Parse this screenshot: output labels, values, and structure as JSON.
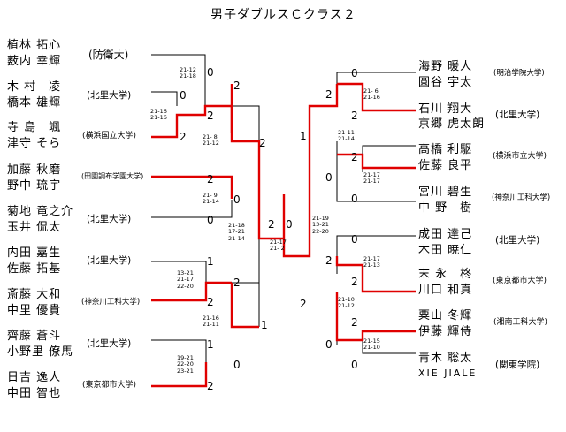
{
  "title": "男子ダブルスＣクラス２",
  "left_teams": [
    {
      "p1": "植林 拓心",
      "p2": "薮内 幸輝",
      "aff": "(防衛大)"
    },
    {
      "p1": "木 村　凌",
      "p2": "橋本 雄輝",
      "aff": "(北里大学)"
    },
    {
      "p1": "寺 島　颯",
      "p2": "津守 そら",
      "aff": "(横浜国立大学)"
    },
    {
      "p1": "加藤 秋磨",
      "p2": "野中 琉宇",
      "aff": "(田園調布学園大学)"
    },
    {
      "p1": "菊地 竜之介",
      "p2": "玉井 侃太",
      "aff": "(北里大学)"
    },
    {
      "p1": "内田 嘉生",
      "p2": "佐藤 拓基",
      "aff": "(北里大学)"
    },
    {
      "p1": "斎藤 大和",
      "p2": "中里 優貴",
      "aff": "(神奈川工科大学)"
    },
    {
      "p1": "齊藤 蒼斗",
      "p2": "小野里 僚馬",
      "aff": "(北里大学)"
    },
    {
      "p1": "日吉 逸人",
      "p2": "中田 智也",
      "aff": "(東京都市大学)"
    }
  ],
  "right_teams": [
    {
      "p1": "海野 暖人",
      "p2": "圓谷 宇太",
      "aff": "(明治学院大学)"
    },
    {
      "p1": "石川 翔大",
      "p2": "京郷 虎太朗",
      "aff": "(北里大学)"
    },
    {
      "p1": "高橋 利駆",
      "p2": "佐藤 良平",
      "aff": "(横浜市立大学)"
    },
    {
      "p1": "宮川 碧生",
      "p2": "中 野　樹",
      "aff": "(神奈川工科大学)"
    },
    {
      "p1": "成田 達己",
      "p2": "木田 暁仁",
      "aff": "(北里大学)"
    },
    {
      "p1": "末 永　柊",
      "p2": "川口 和真",
      "aff": "(東京都市大学)"
    },
    {
      "p1": "粟山 冬輝",
      "p2": "伊藤 輝侍",
      "aff": "(湘南工科大学)"
    },
    {
      "p1": "青木 聡太",
      "p2": "XIE JIALE",
      "aff": "(関東学院)"
    }
  ],
  "scores": {
    "l1": "21-12\n21-18",
    "l2": "21-16\n21-16",
    "l3": "21- 8\n21-12",
    "l4": "21- 9\n21-14",
    "l5": "21-18\n17-21\n21-14",
    "l6": "13-21\n21-17\n22-20",
    "l7": "21-16\n21-11",
    "l8": "19-21\n22-20\n23-21",
    "f": "21-17\n21- 2",
    "r1": "21- 6\n21-16",
    "r2": "21-11\n21-14",
    "r3": "21-17\n21-17",
    "r4": "21-19\n13-21\n22-20",
    "r5": "21-17\n21-13",
    "r6": "21-10\n21-12",
    "r7": "21-15\n21-10"
  },
  "game_counts": {
    "a": "0",
    "b": "2",
    "c": "0",
    "d": "2",
    "e": "2",
    "f": "2",
    "g": "0",
    "h": "0",
    "i": "2",
    "j": "1",
    "k": "2",
    "l": "1",
    "m": "0",
    "n": "2",
    "fl": "2",
    "fr": "0",
    "o": "0",
    "p": "2",
    "q": "1",
    "r": "2",
    "s": "0",
    "t": "2",
    "u": "0",
    "v": "2",
    "w": "0",
    "x": "2",
    "y": "0",
    "z": "2",
    "aa": "0"
  }
}
